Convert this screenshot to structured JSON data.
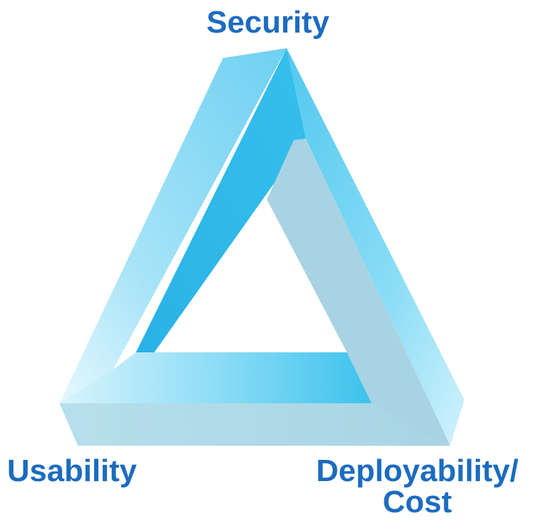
{
  "diagram": {
    "type": "penrose-triangle",
    "labels": {
      "top": "Security",
      "bottom_left": "Usability",
      "bottom_right_line1": "Deployability/",
      "bottom_right_line2": "Cost"
    },
    "colors": {
      "label_text": "#1C6CBF",
      "face_bright": "#37BDEA",
      "face_light": "#8ADCF5",
      "face_pale": "#D6F3FC",
      "face_steel": "#A9D3E2",
      "background": "#FFFFFF"
    }
  }
}
